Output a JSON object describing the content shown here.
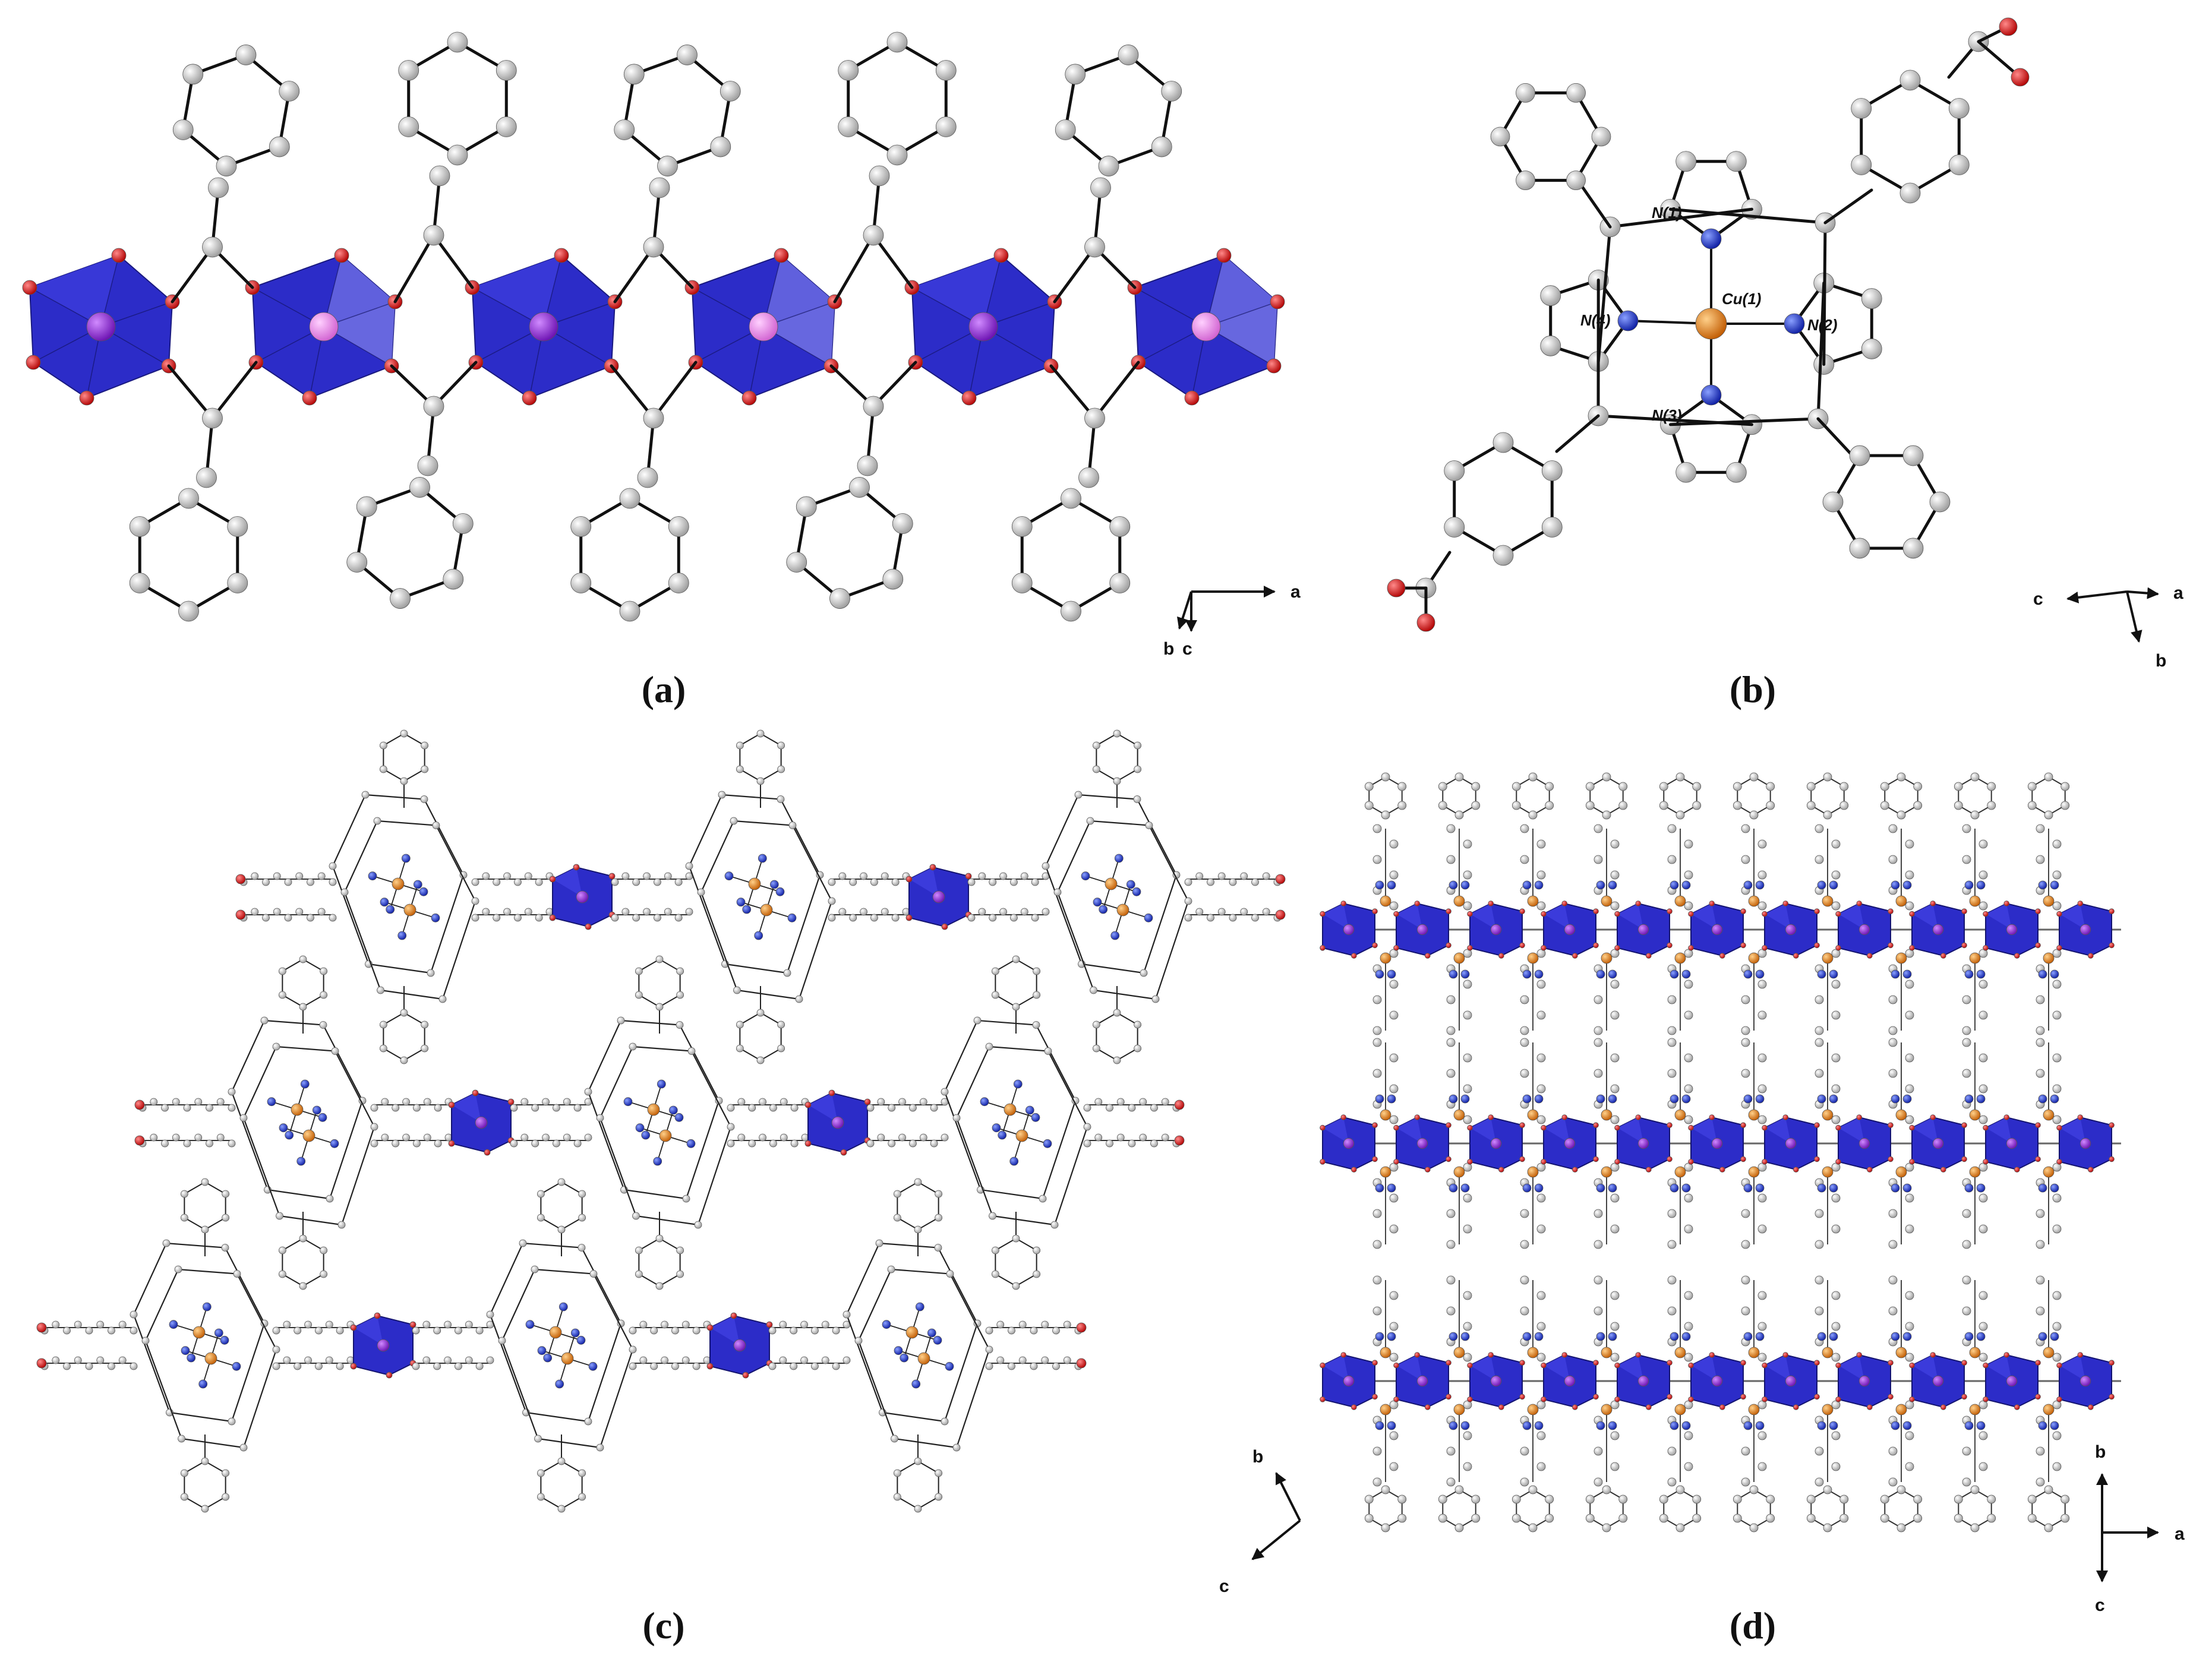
{
  "figure": {
    "panels": [
      {
        "id": "a",
        "label": "(a)",
        "axes": [
          "a",
          "b",
          "c"
        ]
      },
      {
        "id": "b",
        "label": "(b)",
        "axes": [
          "c",
          "a",
          "b"
        ]
      },
      {
        "id": "c",
        "label": "(c)",
        "axes": [
          "b",
          "c"
        ]
      },
      {
        "id": "d",
        "label": "(d)",
        "axes": [
          "b",
          "a",
          "c"
        ]
      }
    ],
    "atom_labels": [
      "N(1)",
      "N(2)",
      "N(3)",
      "N(4)",
      "Cu(1)"
    ]
  },
  "colors": {
    "polyhedron": "#2c2cc8",
    "polyhedron_face_light": "#6a6ae0",
    "metal_a": "#8a2be2",
    "metal_b": "#e879e8",
    "carbon": "#c8c8c8",
    "oxygen": "#dd1111",
    "nitrogen": "#1c2fd0",
    "copper": "#e87a10",
    "bond": "#111111"
  }
}
